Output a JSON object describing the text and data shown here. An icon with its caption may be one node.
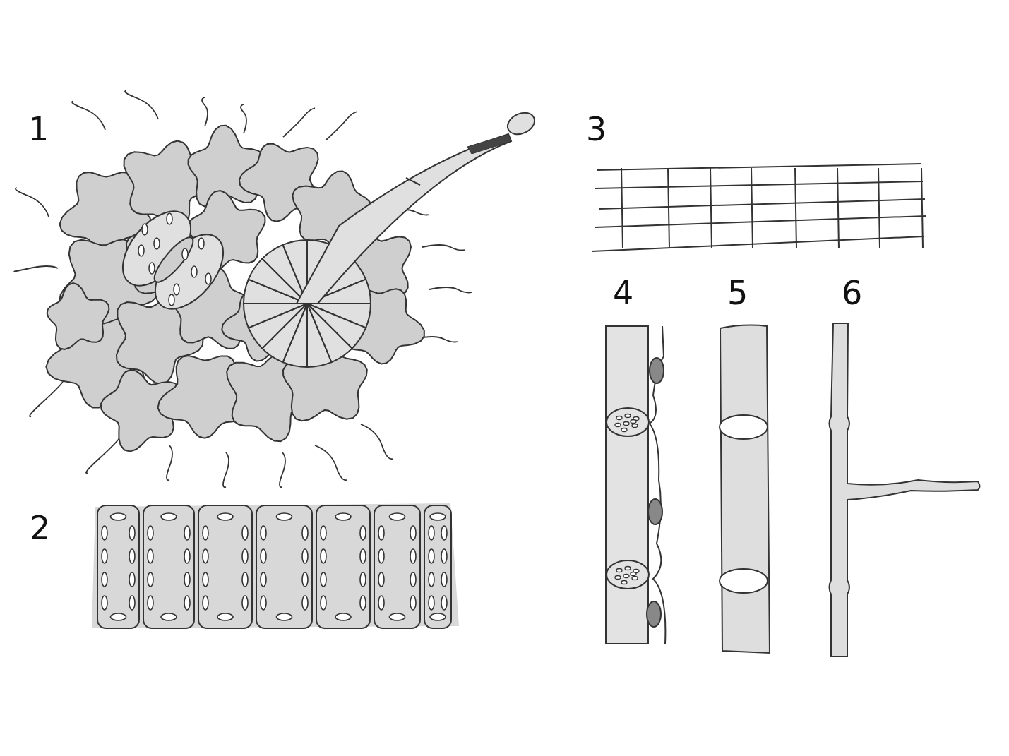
{
  "diagram": {
    "labels": [
      "1",
      "3",
      "4",
      "5",
      "6",
      "2"
    ]
  }
}
